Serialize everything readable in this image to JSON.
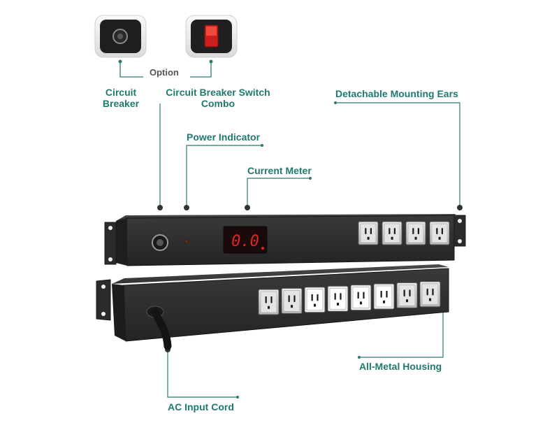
{
  "colors": {
    "label": "#1e7a6e",
    "leader": "#2c7a70",
    "option": "#555555",
    "housing": "#2e2e2e",
    "display_red": "#e02424",
    "rocker_red": "#e0302a"
  },
  "option_label": "Option",
  "callouts": {
    "circuit_breaker": "Circuit\nBreaker",
    "breaker_switch_combo": "Circuit Breaker Switch\nCombo",
    "detachable_ears": "Detachable Mounting Ears",
    "power_indicator": "Power Indicator",
    "current_meter": "Current Meter",
    "all_metal_housing": "All-Metal Housing",
    "ac_input_cord": "AC Input Cord"
  },
  "meter_reading": "0.0",
  "front_outlet_count": 4,
  "rear_outlet_count": 8,
  "icons": [
    "circuit-breaker-icon",
    "rocker-switch-icon",
    "power-cord-icon",
    "outlet-icon"
  ]
}
